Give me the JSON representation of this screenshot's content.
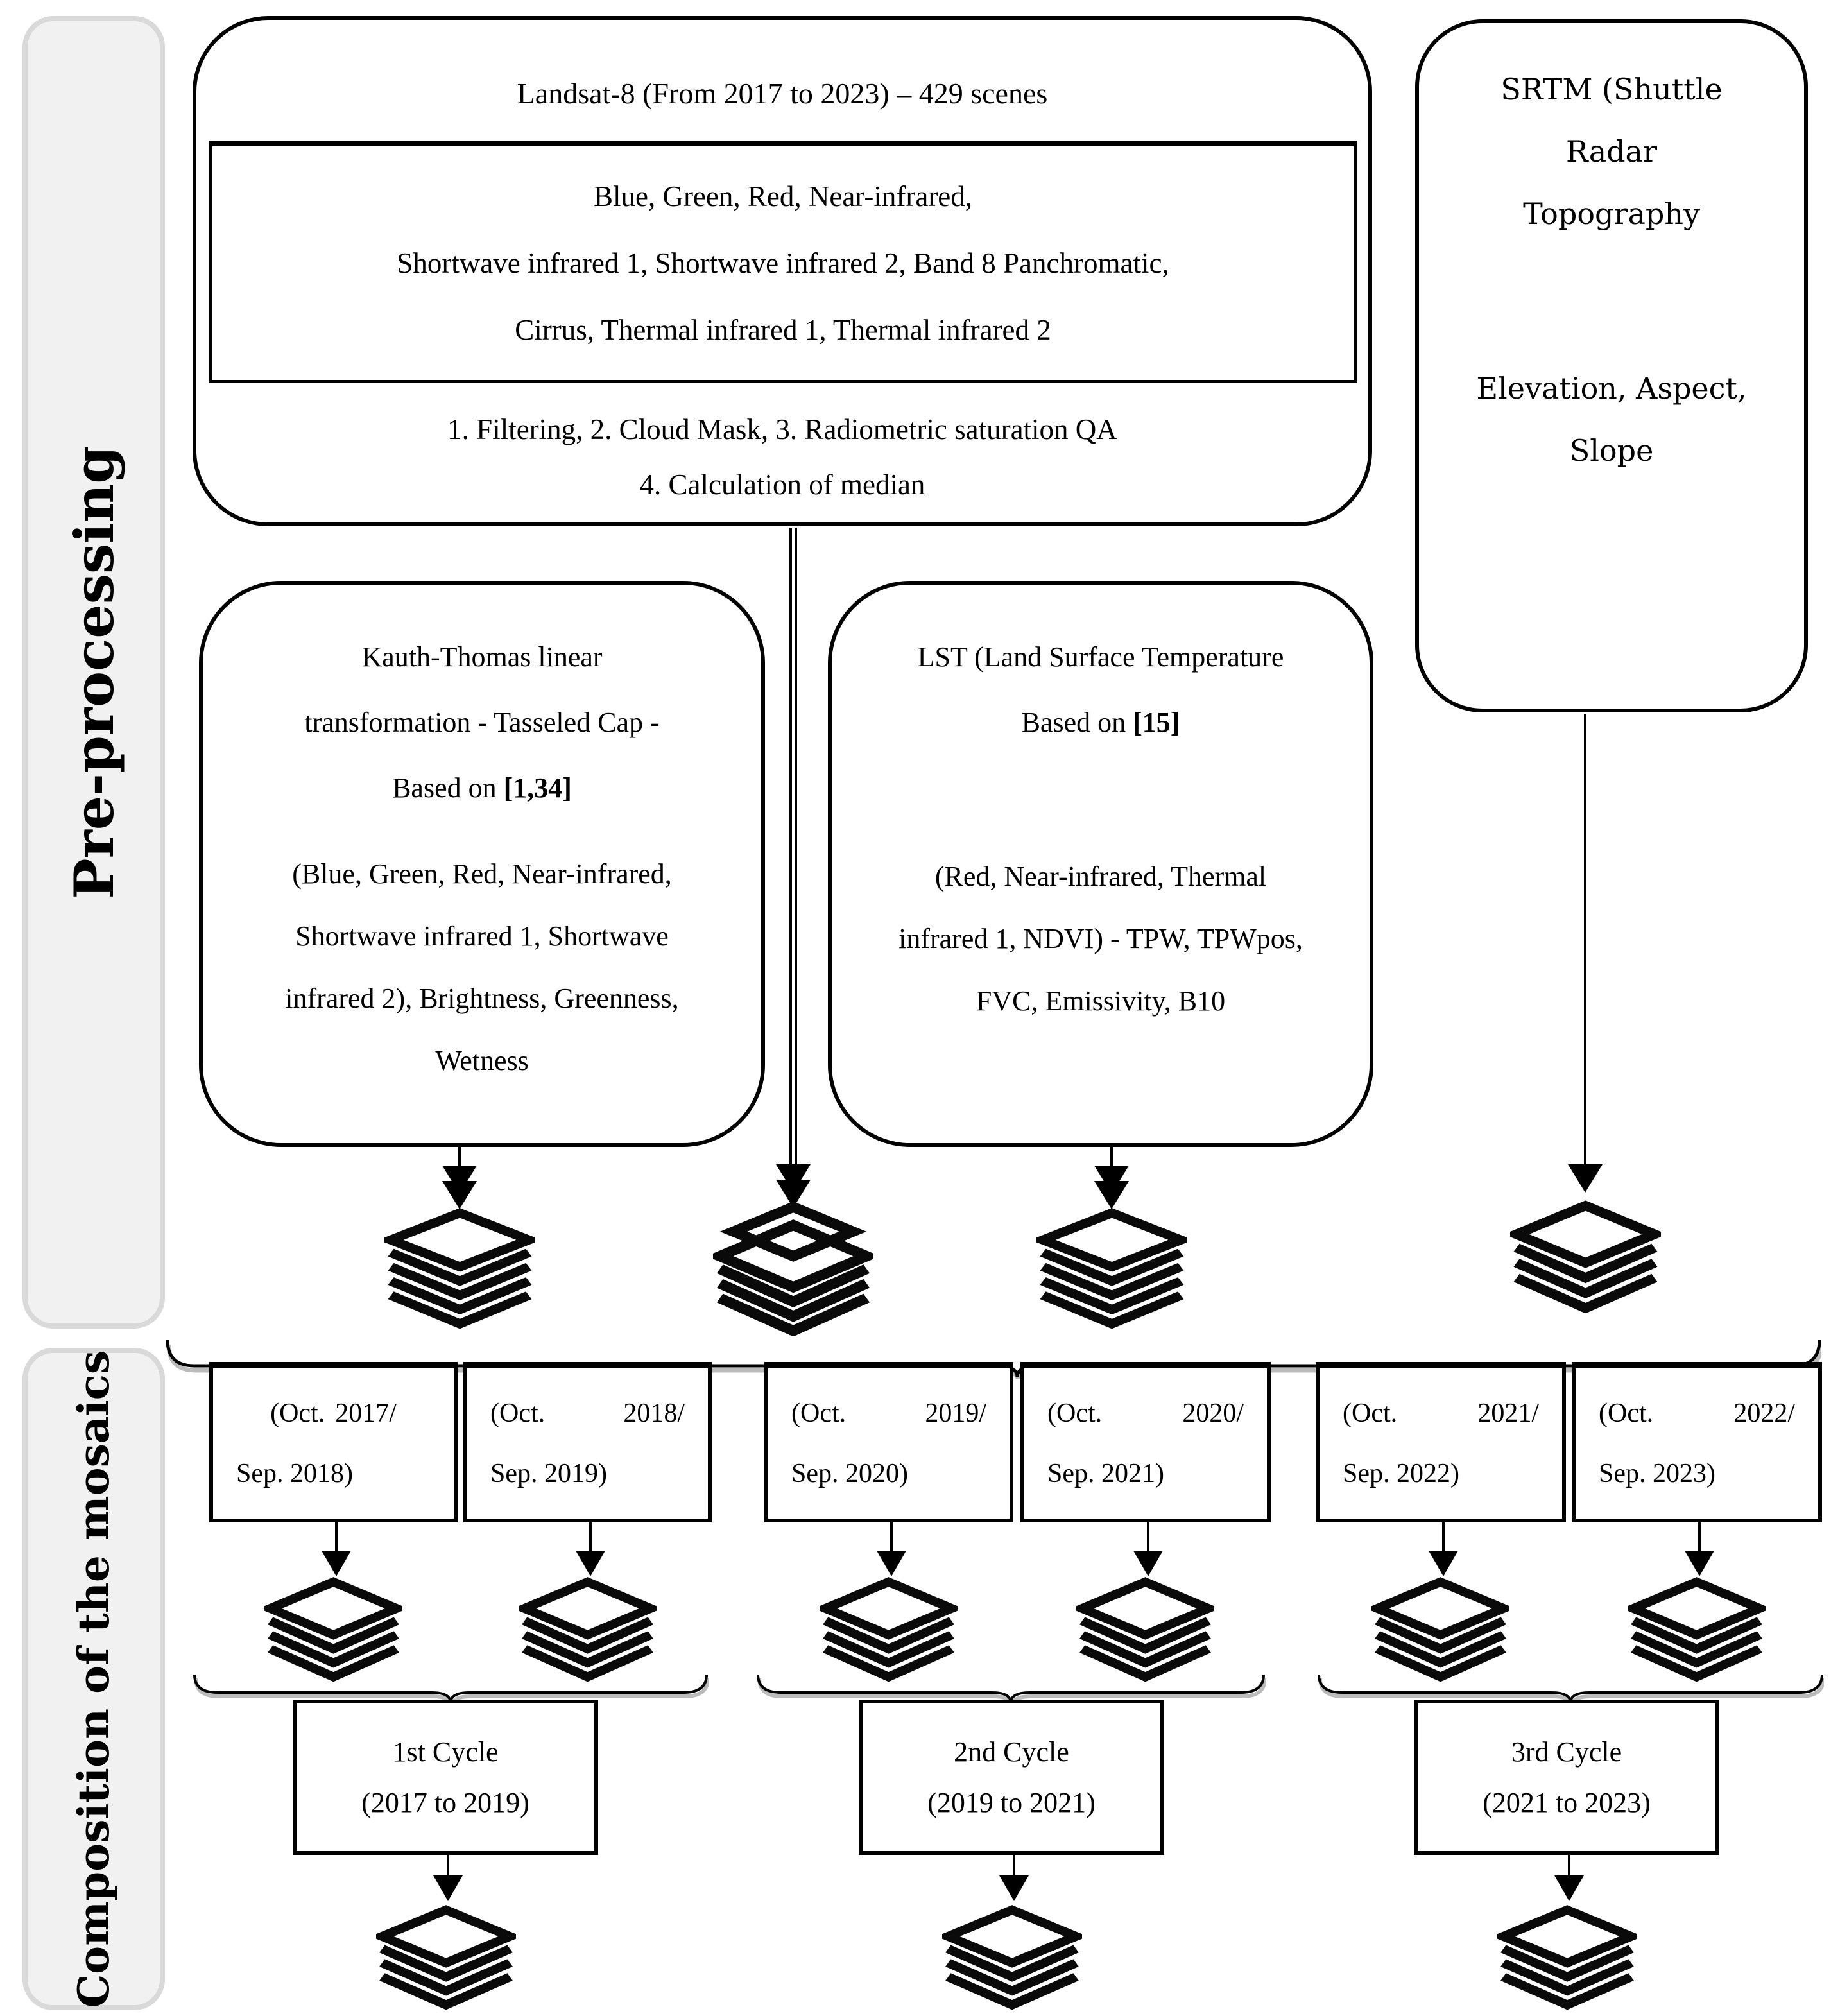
{
  "colors": {
    "line": "#000000",
    "sidebar_fill": "#f1f1f1",
    "sidebar_border": "#d9d9d9",
    "brace_shadow": "#bbbbbb"
  },
  "sidebar": {
    "preprocessing": "Pre-processing",
    "composition": "Composition of the mosaics"
  },
  "landsat": {
    "title": "Landsat-8 (From 2017 to 2023) – 429 scenes",
    "bands": [
      "Blue, Green, Red, Near-infrared,",
      "Shortwave infrared 1, Shortwave infrared 2, Band 8 Panchromatic,",
      "Cirrus, Thermal infrared 1, Thermal infrared 2"
    ],
    "steps": [
      "1. Filtering, 2. Cloud Mask, 3. Radiometric saturation QA",
      "4. Calculation of median"
    ]
  },
  "srtm": {
    "title": [
      "SRTM (Shuttle",
      "Radar",
      "Topography"
    ],
    "outputs": [
      "Elevation, Aspect,",
      "Slope"
    ]
  },
  "kauth": {
    "top": [
      "Kauth-Thomas linear",
      "transformation - Tasseled Cap -"
    ],
    "based_prefix": "Based on ",
    "ref": "[1,34]",
    "bottom": [
      "(Blue, Green, Red, Near-infrared,",
      "Shortwave infrared 1, Shortwave",
      "infrared 2), Brightness, Greenness,",
      "Wetness"
    ]
  },
  "lst": {
    "top": "LST (Land Surface Temperature",
    "based_prefix": "Based on ",
    "ref": "[15]",
    "bottom": [
      "(Red, Near-infrared, Thermal",
      "infrared 1, NDVI) - TPW, TPWpos,",
      "FVC, Emissivity, B10"
    ]
  },
  "mosaics": [
    {
      "l1a": "(Oct.",
      "l1b": "2017/",
      "l2": "Sep. 2018)"
    },
    {
      "l1a": "(Oct.",
      "l1b": "2018/",
      "l2": "Sep. 2019)"
    },
    {
      "l1a": "(Oct.",
      "l1b": "2019/",
      "l2": "Sep. 2020)"
    },
    {
      "l1a": "(Oct.",
      "l1b": "2020/",
      "l2": "Sep. 2021)"
    },
    {
      "l1a": "(Oct.",
      "l1b": "2021/",
      "l2": "Sep. 2022)"
    },
    {
      "l1a": "(Oct.",
      "l1b": "2022/",
      "l2": "Sep. 2023)"
    }
  ],
  "cycles": [
    {
      "title": "1st Cycle",
      "range": "(2017 to 2019)"
    },
    {
      "title": "2nd Cycle",
      "range": "(2019 to 2021)"
    },
    {
      "title": "3rd Cycle",
      "range": "(2021 to 2023)"
    }
  ],
  "icons": {
    "stack": "layers-stack-icon",
    "arrow": "down-arrow-icon",
    "brace": "curly-brace-icon"
  }
}
